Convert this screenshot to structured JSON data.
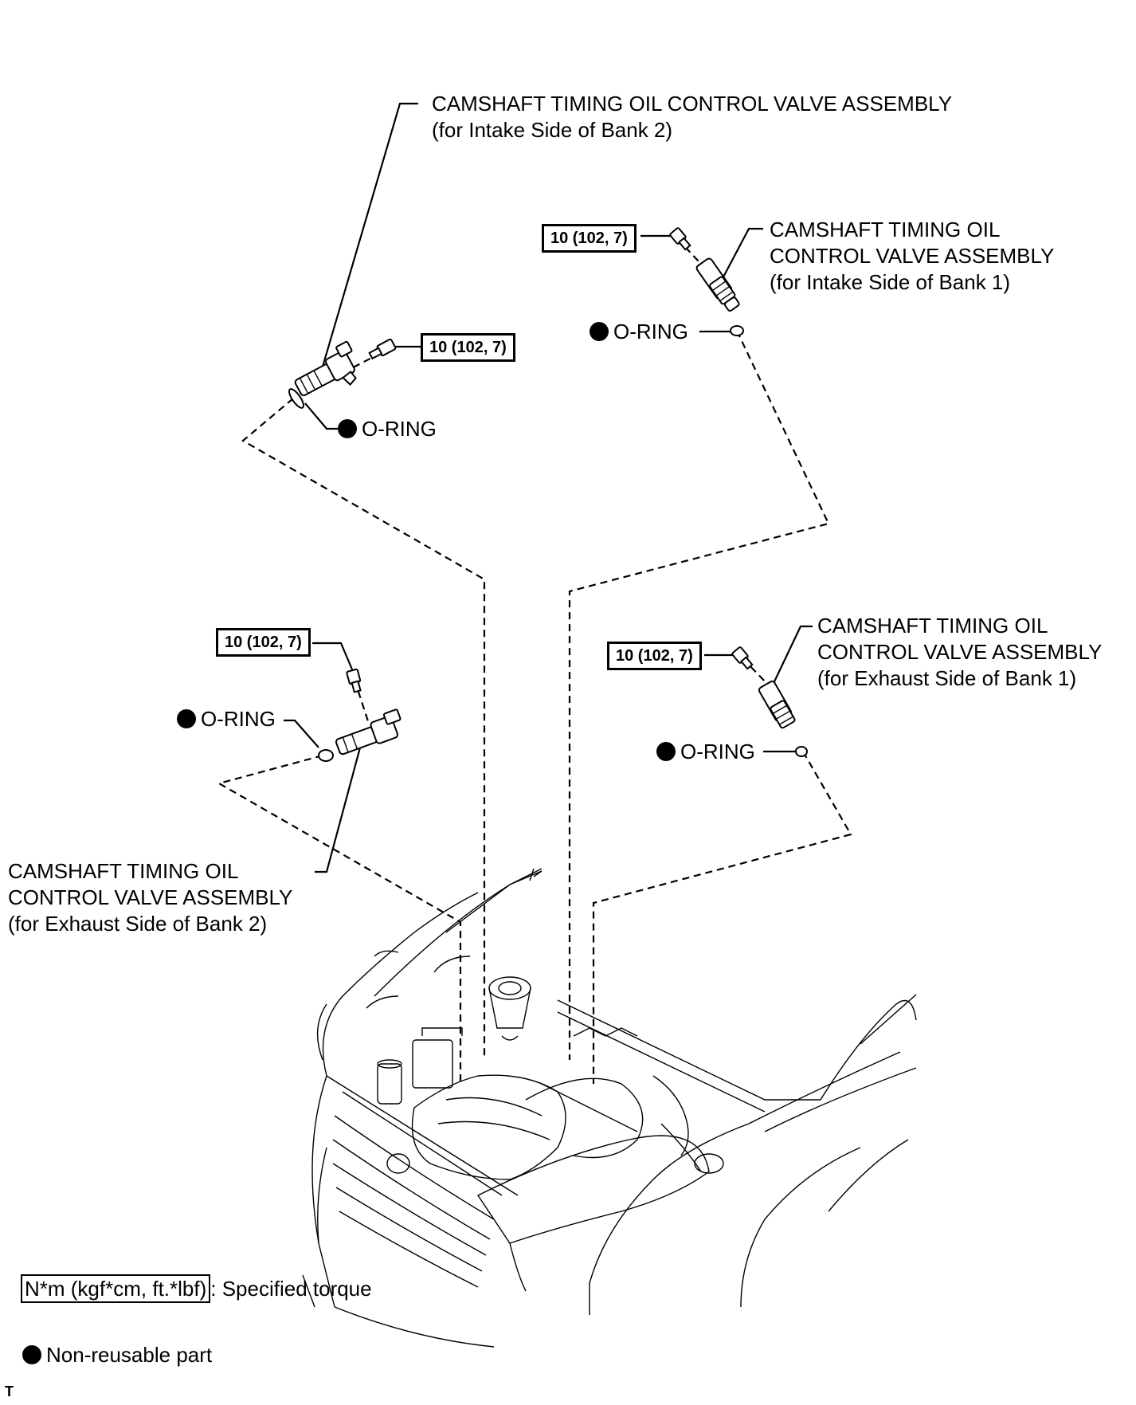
{
  "labels": {
    "ocv_intake_bank2": {
      "line1": "CAMSHAFT TIMING OIL CONTROL VALVE ASSEMBLY",
      "line2": "(for Intake Side of Bank 2)"
    },
    "ocv_intake_bank1": {
      "line1": "CAMSHAFT TIMING OIL",
      "line2": "CONTROL VALVE ASSEMBLY",
      "line3": "(for Intake Side of Bank 1)"
    },
    "ocv_exhaust_bank1": {
      "line1": "CAMSHAFT TIMING OIL",
      "line2": "CONTROL VALVE ASSEMBLY",
      "line3": "(for Exhaust Side of Bank 1)"
    },
    "ocv_exhaust_bank2": {
      "line1": "CAMSHAFT TIMING OIL",
      "line2": "CONTROL VALVE ASSEMBLY",
      "line3": "(for Exhaust Side of Bank 2)"
    }
  },
  "torque_specs": {
    "intake_bank2_bolt": "10 (102, 7)",
    "intake_bank1_bolt": "10 (102, 7)",
    "exhaust_bank2_bolt": "10 (102, 7)",
    "exhaust_bank1_bolt": "10 (102, 7)"
  },
  "orings": {
    "intake_bank2": "O-RING",
    "intake_bank1": "O-RING",
    "exhaust_bank2": "O-RING",
    "exhaust_bank1": "O-RING"
  },
  "legend": {
    "torque_unit": "N*m (kgf*cm, ft.*lbf)",
    "torque_desc": ": Specified torque",
    "non_reusable": "Non-reusable part"
  },
  "corner_code": "T",
  "colors": {
    "ink": "#000000",
    "paper": "#ffffff"
  }
}
